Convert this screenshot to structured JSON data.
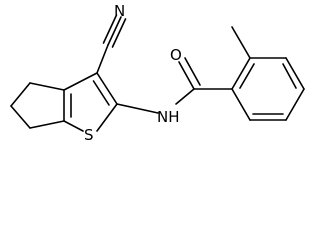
{
  "molecule": {
    "atoms": {
      "nitrile_n": "N",
      "carbonyl_o": "O",
      "amide_nh": "NH",
      "thiophene_s": "S"
    }
  }
}
